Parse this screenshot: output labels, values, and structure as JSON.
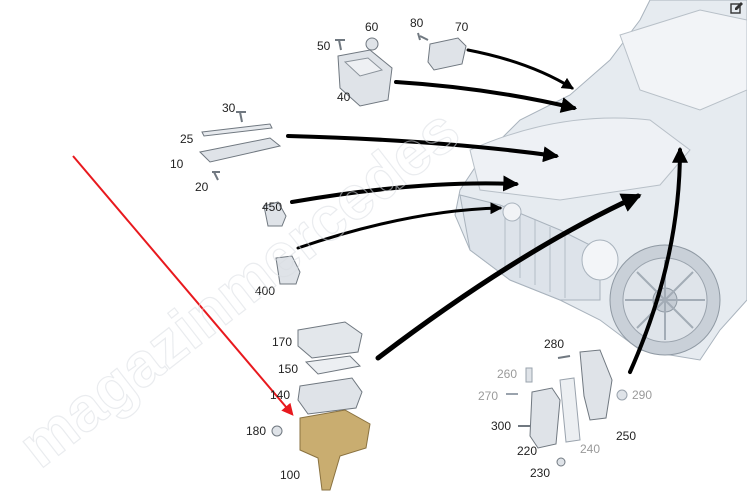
{
  "toolbar": {
    "edit_icon": "edit-icon"
  },
  "watermark": {
    "text": "magazinmercedes"
  },
  "callouts": {
    "c10": "10",
    "c20": "20",
    "c25": "25",
    "c30": "30",
    "c40": "40",
    "c50": "50",
    "c60": "60",
    "c70": "70",
    "c80": "80",
    "c100": "100",
    "c140": "140",
    "c150": "150",
    "c170": "170",
    "c180": "180",
    "c220": "220",
    "c230": "230",
    "c240": "240",
    "c250": "250",
    "c260": "260",
    "c270": "270",
    "c280": "280",
    "c290": "290",
    "c300": "300",
    "c400": "400",
    "c450": "450"
  },
  "colors": {
    "vehicle_fill": "#e6ebf0",
    "vehicle_stroke": "#a9b3bd",
    "part_fill": "#dfe3e8",
    "part_stroke": "#707880",
    "highlight_part": "#c9ad70",
    "arrow": "#000000",
    "pointer_arrow": "#e8191e"
  }
}
